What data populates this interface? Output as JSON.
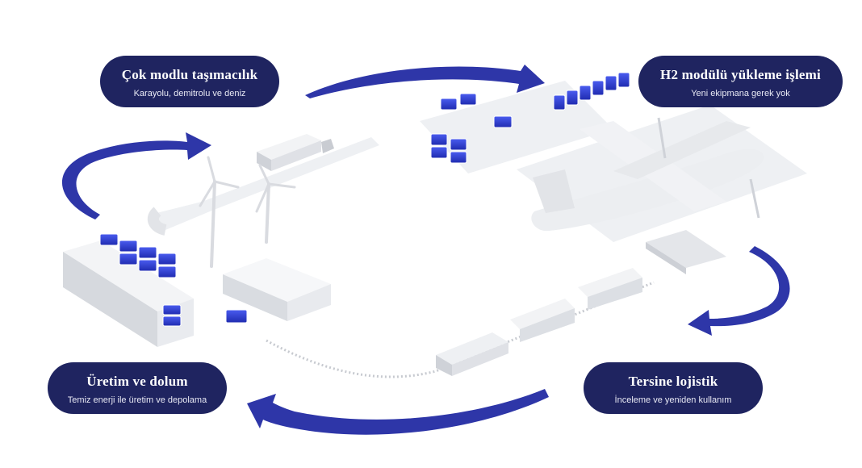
{
  "labels": {
    "multimodal": {
      "title": "Çok modlu taşımacılık",
      "subtitle": "Karayolu, demitrolu ve deniz"
    },
    "loading": {
      "title": "H2 modülü yükleme işlemi",
      "subtitle": "Yeni ekipmana gerek yok"
    },
    "production": {
      "title": "Üretim ve dolum",
      "subtitle": "Temiz enerji ile üretim ve depolama"
    },
    "reverse": {
      "title": "Tersine lojistik",
      "subtitle": "İnceleme ve yeniden kullanım"
    }
  },
  "colors": {
    "pill": "#1f2460",
    "arrow": "#2e36a8",
    "module": "#2f3fd6",
    "equipment": "#e6e8ec"
  },
  "icons": [
    "wind-turbine-icon",
    "truck-icon",
    "airplane-icon",
    "train-icon",
    "h2-module-icon",
    "warehouse-icon"
  ]
}
